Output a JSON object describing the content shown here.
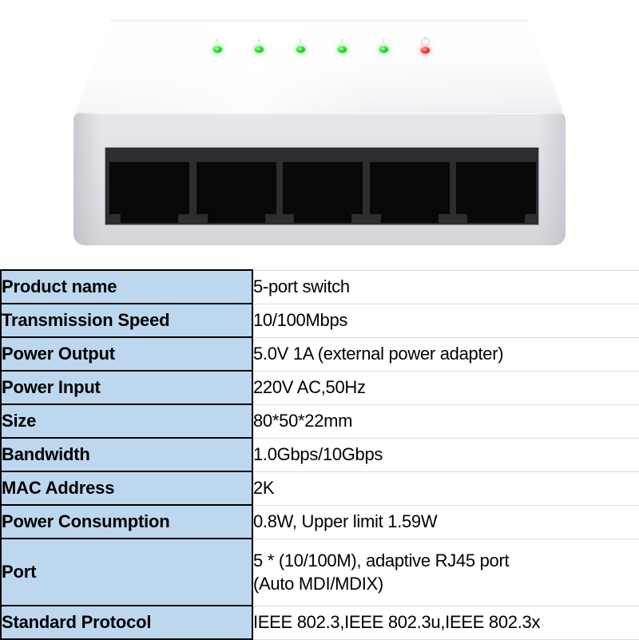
{
  "product_image": {
    "alt_name": "5-port-ethernet-switch",
    "leds": [
      {
        "label": "5",
        "color": "#22cc22",
        "state": "green",
        "icon": "led-indicator"
      },
      {
        "label": "4",
        "color": "#22cc22",
        "state": "green",
        "icon": "led-indicator"
      },
      {
        "label": "3",
        "color": "#22cc22",
        "state": "green",
        "icon": "led-indicator"
      },
      {
        "label": "2",
        "color": "#22cc22",
        "state": "green",
        "icon": "led-indicator"
      },
      {
        "label": "1",
        "color": "#22cc22",
        "state": "green",
        "icon": "led-indicator"
      },
      {
        "label": "",
        "color": "#e81c1c",
        "state": "red",
        "icon": "power-symbol-icon"
      }
    ],
    "port_count": 5,
    "colors": {
      "case_top": "#ffffff",
      "case_front": "#e2e3e8",
      "port_panel": "#2b2d2f",
      "jack": "#070808"
    }
  },
  "spec_table": {
    "label_column_bg": "#bdd7ee",
    "rows": [
      {
        "label": "Product name",
        "value": "5-port switch"
      },
      {
        "label": "Transmission Speed",
        "value": "10/100Mbps"
      },
      {
        "label": "Power Output",
        "value": "5.0V 1A (external power adapter)"
      },
      {
        "label": "Power Input",
        "value": "220V AC,50Hz"
      },
      {
        "label": "Size",
        "value": "80*50*22mm"
      },
      {
        "label": "Bandwidth",
        "value": "1.0Gbps/10Gbps"
      },
      {
        "label": "MAC Address",
        "value": "2K"
      },
      {
        "label": "Power Consumption",
        "value": "0.8W, Upper limit 1.59W"
      },
      {
        "label": "Port",
        "value": "5 * (10/100M), adaptive RJ45 port",
        "value_line2": "(Auto MDI/MDIX)",
        "tall": true
      },
      {
        "label": "Standard Protocol",
        "value": "IEEE 802.3,IEEE 802.3u,IEEE 802.3x"
      }
    ]
  }
}
